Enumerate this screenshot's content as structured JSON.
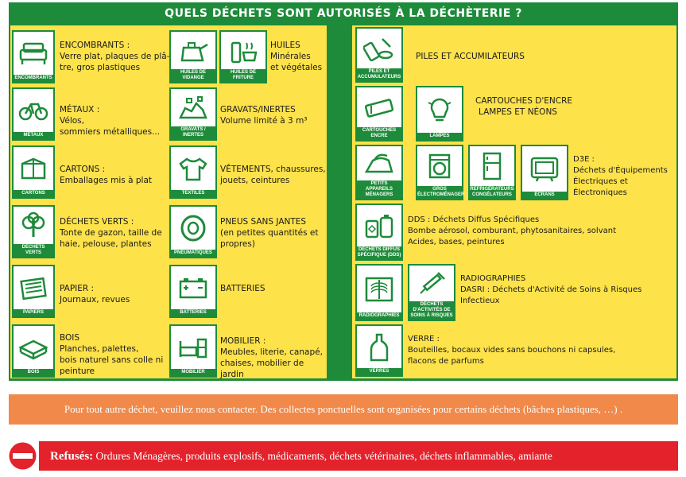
{
  "title": "QUELS DÉCHETS SONT AUTORISÉS À LA DÉCHÈTERIE ?",
  "colors": {
    "green": "#1e8b3a",
    "yellow": "#fde24a",
    "orange": "#f0894a",
    "red": "#e3222c"
  },
  "left": {
    "encombrants": {
      "icon": "sofa-icon",
      "label": "ENCOMBRANTS",
      "heading": "ENCOMBRANTS :",
      "line1": "Verre plat, plaques de plâ-",
      "line2": "tre, gros plastiques"
    },
    "metaux": {
      "icon": "bicycle-icon",
      "label": "MÉTAUX",
      "heading": "MÉTAUX :",
      "line1": "Vélos,",
      "line2": "sommiers métalliques..."
    },
    "cartons": {
      "icon": "box-icon",
      "label": "CARTONS",
      "heading": "CARTONS :",
      "line1": "Emballages mis à plat"
    },
    "dechets_verts": {
      "icon": "tree-icon",
      "label": "DÉCHETS VERTS",
      "heading": "DÉCHETS VERTS :",
      "line1": "Tonte de gazon, taille de",
      "line2": "haie, pelouse, plantes"
    },
    "papiers": {
      "icon": "newspaper-icon",
      "label": "PAPIERS",
      "heading": "PAPIER :",
      "line1": "Journaux, revues"
    },
    "bois": {
      "icon": "pallet-icon",
      "label": "BOIS",
      "heading": "BOIS",
      "line1": "Planches, palettes,",
      "line2": "bois naturel sans colle ni",
      "line3": "peinture"
    },
    "huiles": {
      "icon_vidange": "oil-can-icon",
      "label_vidange": "HUILES DE VIDANGE",
      "icon_friture": "frying-oil-icon",
      "label_friture": "HUILES DE FRITURE",
      "heading": "HUILES",
      "line1": "Minérales",
      "line2": "et végétales"
    },
    "gravats": {
      "icon": "rubble-icon",
      "label": "GRAVATS / INERTES",
      "heading": "GRAVATS/INERTES",
      "line1": "Volume limité à 3 m³"
    },
    "textiles": {
      "icon": "tshirt-icon",
      "label": "TEXTILES",
      "heading": "VÊTEMENTS, chaussures,",
      "line1": "jouets, ceintures"
    },
    "pneus": {
      "icon": "tire-icon",
      "label": "PNEUMATIQUES",
      "heading": "PNEUS SANS JANTES",
      "line1": "(en petites quantités et",
      "line2": "propres)"
    },
    "batteries": {
      "icon": "battery-icon",
      "label": "BATTERIES",
      "heading": "BATTERIES"
    },
    "mobilier": {
      "icon": "furniture-icon",
      "label": "MOBILIER",
      "heading": "MOBILIER :",
      "line1": "Meubles, literie, canapé,",
      "line2": "chaises, mobilier de jardin"
    }
  },
  "right": {
    "piles": {
      "icon": "batteries-icon",
      "label": "PILES ET ACCUMULATEURS",
      "heading": "PILES ET ACCUMILATEURS"
    },
    "cartouches": {
      "icon": "ink-cartridge-icon",
      "label": "CARTOUCHES ENCRE",
      "heading": "CARTOUCHES D'ENCRE"
    },
    "lampes": {
      "icon": "bulb-icon",
      "label": "LAMPES",
      "heading": "LAMPES ET NÉONS"
    },
    "petits": {
      "icon": "iron-icon",
      "label": "PETITS APPAREILS MÉNAGERS"
    },
    "gros": {
      "icon": "washing-machine-icon",
      "label": "GROS ÉLECTROMÉNAGER"
    },
    "refrig": {
      "icon": "fridge-icon",
      "label": "RÉFRIGÉRATEURS CONGÉLATEURS"
    },
    "ecrans": {
      "icon": "tv-icon",
      "label": "ÉCRANS"
    },
    "d3e": {
      "heading": "D3E :",
      "line1": "Déchets d'Équipements",
      "line2": "Électriques et Électroniques"
    },
    "dds": {
      "icon": "chemicals-icon",
      "label": "DÉCHETS DIFFUS SPÉCIFIQUE (DDS)",
      "heading": "DDS : Déchets Diffus Spécifiques",
      "line1": "Bombe aérosol, comburant, phytosanitaires, solvant",
      "line2": "Acides, bases, peintures"
    },
    "radio": {
      "icon": "xray-icon",
      "label": "RADIOGRAPHIES",
      "heading": "RADIOGRAPHIES"
    },
    "dasri": {
      "icon": "syringe-icon",
      "label": "DÉCHETS D'ACTIVITÉS DE SOINS À RISQUES",
      "line1": "DASRI : Déchets d'Activité de Soins à Risques Infectieux"
    },
    "verres": {
      "icon": "bottle-icon",
      "label": "VERRES",
      "heading": "VERRE :",
      "line1": "Bouteilles, bocaux vides sans bouchons ni capsules,",
      "line2": "flacons de parfums"
    }
  },
  "contact_text": "Pour tout autre déchet, veuillez nous contacter. Des collectes ponctuelles sont organisées pour certains déchets (bâches plastiques, …) .",
  "refused": {
    "icon": "no-entry-icon",
    "label": "Refusés:",
    "text": " Ordures Ménagères, produits explosifs, médicaments, déchets vétérinaires, déchets inflammables, amiante"
  }
}
